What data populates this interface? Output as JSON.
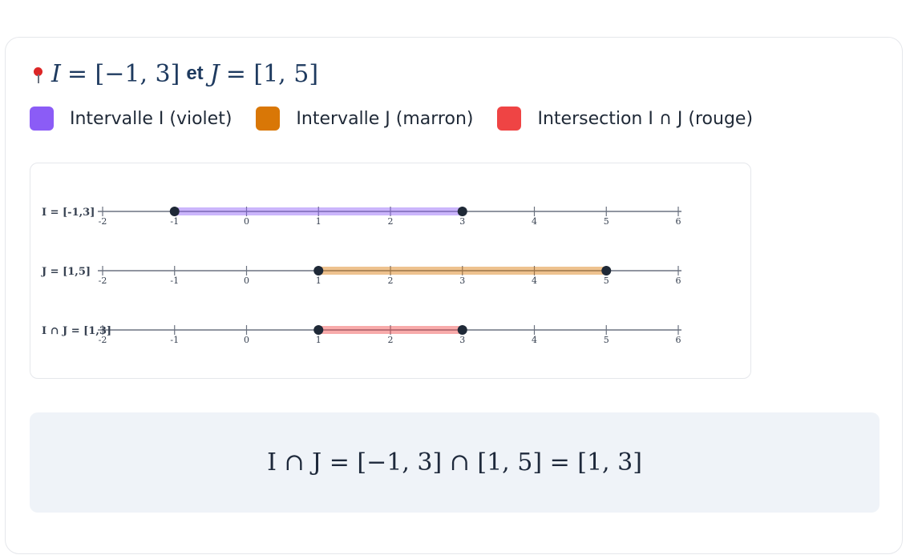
{
  "header": {
    "pin_icon": "pin-icon",
    "var_i": "I",
    "eq_1": "= [−1, 3]",
    "et": "et",
    "var_j": "J",
    "eq_2": "= [1, 5]"
  },
  "legend": [
    {
      "label": "Intervalle I (violet)",
      "color": "#8b5cf6"
    },
    {
      "label": "Intervalle J (marron)",
      "color": "#d97706"
    },
    {
      "label": "Intersection I ∩ J (rouge)",
      "color": "#ef4444"
    }
  ],
  "diagram": {
    "axis_min": -2,
    "axis_max": 6,
    "ticks": [
      "-2",
      "-1",
      "0",
      "1",
      "2",
      "3",
      "4",
      "5",
      "6"
    ],
    "rows": [
      {
        "label": "I = [-1,3]",
        "start": -1,
        "end": 3,
        "color": "#8b5cf6"
      },
      {
        "label": "J = [1,5]",
        "start": 1,
        "end": 5,
        "color": "#d97706"
      },
      {
        "label": "I ∩ J = [1,3]",
        "start": 1,
        "end": 3,
        "color": "#ef4444"
      }
    ]
  },
  "result": {
    "text": "I ∩ J = [−1, 3] ∩ [1, 5] = [1, 3]"
  }
}
